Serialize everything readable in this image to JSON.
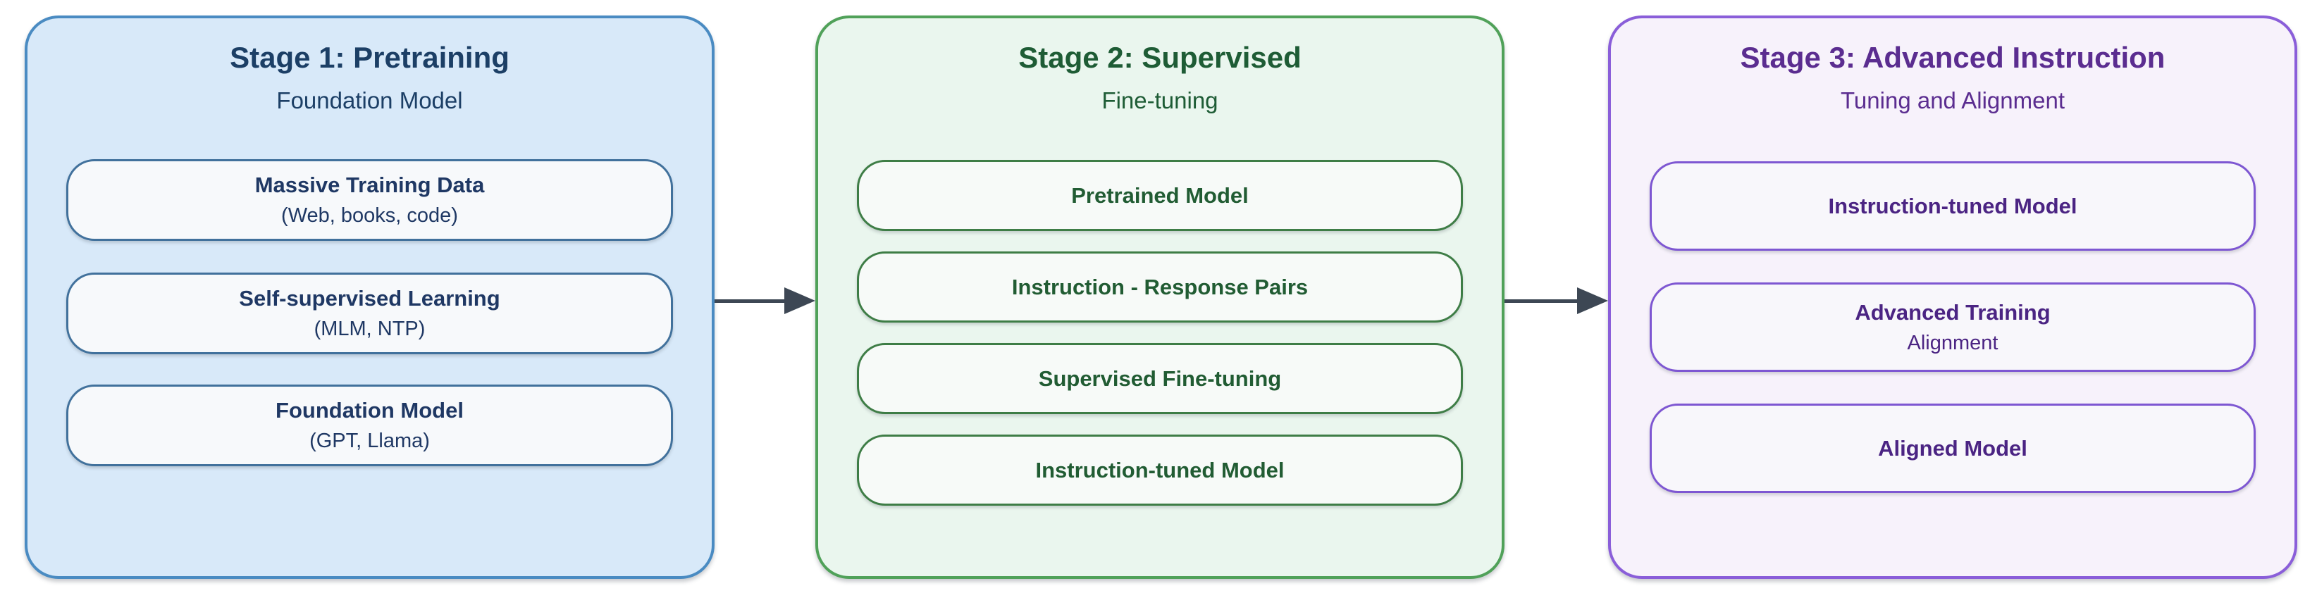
{
  "diagram": {
    "description": "Three-stage LLM training pipeline flow diagram",
    "arrow_color": "#3d4754"
  },
  "stages": [
    {
      "title": "Stage 1: Pretraining",
      "subtitle": "Foundation Model",
      "colors": {
        "background": "#d8e9f9",
        "border": "#4a8bc2",
        "heading_text": "#1c3f66",
        "item_background": "#f7f9fb",
        "item_border": "#41719c",
        "item_text": "#1f3864"
      },
      "items": [
        {
          "title": "Massive Training Data",
          "subtitle": "(Web, books, code)"
        },
        {
          "title": "Self-supervised Learning",
          "subtitle": "(MLM, NTP)"
        },
        {
          "title": "Foundation Model",
          "subtitle": "(GPT, Llama)"
        }
      ]
    },
    {
      "title": "Stage 2: Supervised",
      "subtitle": "Fine-tuning",
      "colors": {
        "background": "#eaf6ee",
        "border": "#50a159",
        "heading_text": "#1e5c35",
        "item_background": "#f7faf8",
        "item_border": "#3e7d46",
        "item_text": "#215c33"
      },
      "items": [
        {
          "title": "Pretrained Model",
          "subtitle": ""
        },
        {
          "title": "Instruction - Response Pairs",
          "subtitle": ""
        },
        {
          "title": "Supervised Fine-tuning",
          "subtitle": ""
        },
        {
          "title": "Instruction-tuned Model",
          "subtitle": ""
        }
      ]
    },
    {
      "title": "Stage 3: Advanced Instruction",
      "subtitle": "Tuning and Alignment",
      "colors": {
        "background": "#f7f2fb",
        "border": "#8a5ed9",
        "heading_text": "#5b2d90",
        "item_background": "#f8f7fb",
        "item_border": "#7e57d2",
        "item_text": "#4b2483"
      },
      "items": [
        {
          "title": "Instruction-tuned Model",
          "subtitle": ""
        },
        {
          "title": "Advanced Training",
          "subtitle": "Alignment"
        },
        {
          "title": "Aligned Model",
          "subtitle": ""
        }
      ]
    }
  ],
  "arrows": [
    {
      "name": "arrow-stage1-to-stage2"
    },
    {
      "name": "arrow-stage2-to-stage3"
    }
  ]
}
